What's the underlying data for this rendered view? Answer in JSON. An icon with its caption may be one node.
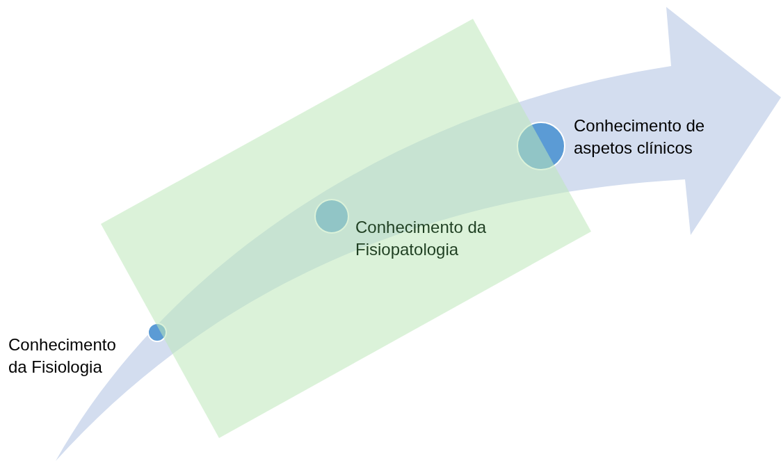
{
  "diagram": {
    "nodes": [
      {
        "text": [],
        "shape": "circle",
        "beside": [
          "Conhecimento da Fisiologia"
        ]
      },
      {
        "text": [],
        "shape": "circle",
        "beside": [
          "Conhecimento da Fisiopatologia"
        ]
      },
      {
        "text": [],
        "shape": "circle",
        "beside": [
          "Conhecimento de aspetos clínicos"
        ]
      }
    ]
  }
}
